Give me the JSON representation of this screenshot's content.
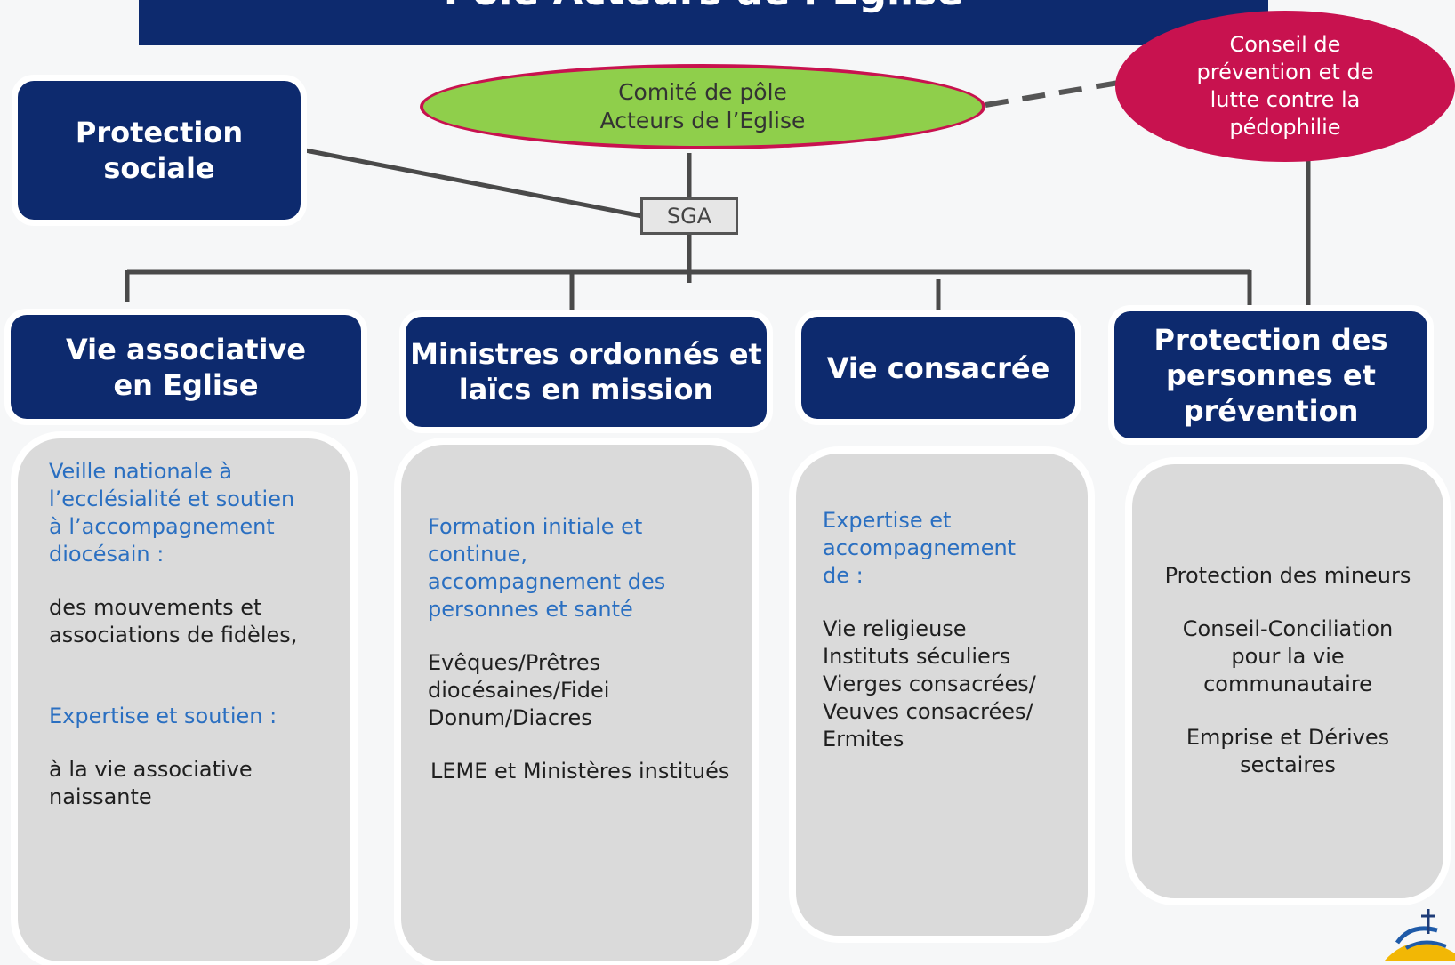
{
  "title": "Pôle Acteurs de l’Eglise",
  "colors": {
    "navy": "#0d2a6e",
    "green": "#8fcf4b",
    "crimson": "#c8124f",
    "line": "#4a4a4a",
    "card": "#dadada",
    "blue_text": "#2a6fc1"
  },
  "nodes": {
    "protection_sociale": "Protection\nsociale",
    "comite": "Comité de pôle\nActeurs de l’Eglise",
    "conseil": "Conseil de\nprévention et de\nlutte contre la\npédophilie",
    "sga": "SGA"
  },
  "departments": [
    {
      "title": "Vie associative\nen Eglise"
    },
    {
      "title": "Ministres ordonnés et\nlaïcs en mission"
    },
    {
      "title": "Vie consacrée"
    },
    {
      "title": "Protection des\npersonnes et\nprévention"
    }
  ],
  "cards": {
    "vie_associative": {
      "p1": "Veille nationale à\nl’ecclésialité et soutien\nà l’accompagnement\ndiocésain :",
      "p2": "des mouvements et\nassociations de fidèles,",
      "p3": "Expertise et soutien :",
      "p4": "à la vie associative\nnaissante"
    },
    "ministres": {
      "p1": "Formation initiale et\ncontinue,\naccompagnement des\npersonnes et santé",
      "p2": "Evêques/Prêtres\ndiocésaines/Fidei\nDonum/Diacres",
      "p3": "LEME et Ministères institués"
    },
    "vie_consacree": {
      "p1": "Expertise et\naccompagnement\nde :",
      "p2": "Vie religieuse\nInstituts séculiers\nVierges consacrées/\nVeuves consacrées/\nErmites"
    },
    "protection": {
      "p1": "Protection des mineurs",
      "p2": "Conseil-Conciliation\npour la vie\ncommunautaire",
      "p3": "Emprise et Dérives\nsectaires"
    }
  }
}
